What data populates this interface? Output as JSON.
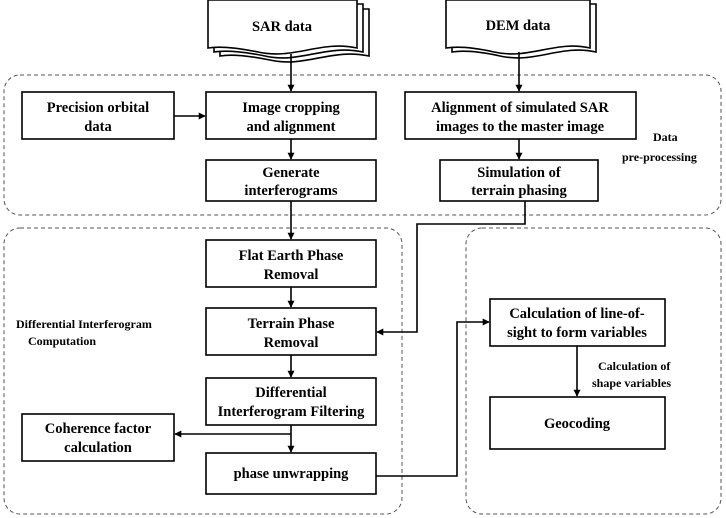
{
  "inputs": {
    "sar": "SAR data",
    "dem": "DEM data"
  },
  "regions": {
    "preprocessing": [
      "Data",
      "pre-processing"
    ],
    "differential": [
      "Differential Interferogram",
      "Computation"
    ],
    "calc_shape": [
      "Calculation of",
      "shape variables"
    ]
  },
  "nodes": {
    "precision_orbital": [
      "Precision orbital",
      "data"
    ],
    "image_cropping": [
      "Image cropping",
      "and alignment"
    ],
    "alignment_sim": [
      "Alignment of simulated SAR",
      "images to the master image"
    ],
    "generate_interf": [
      "Generate",
      "interferograms"
    ],
    "simulation_terrain": [
      "Simulation of",
      "terrain phasing"
    ],
    "flat_earth": [
      "Flat Earth Phase",
      "Removal"
    ],
    "terrain_phase": [
      "Terrain Phase",
      "Removal"
    ],
    "diff_filter": [
      "Differential",
      "Interferogram Filtering"
    ],
    "coherence": [
      "Coherence factor",
      "calculation"
    ],
    "phase_unwrap": [
      "phase unwrapping"
    ],
    "line_of_sight": [
      "Calculation of line-of-",
      "sight to form variables"
    ],
    "geocoding": [
      "Geocoding"
    ]
  }
}
